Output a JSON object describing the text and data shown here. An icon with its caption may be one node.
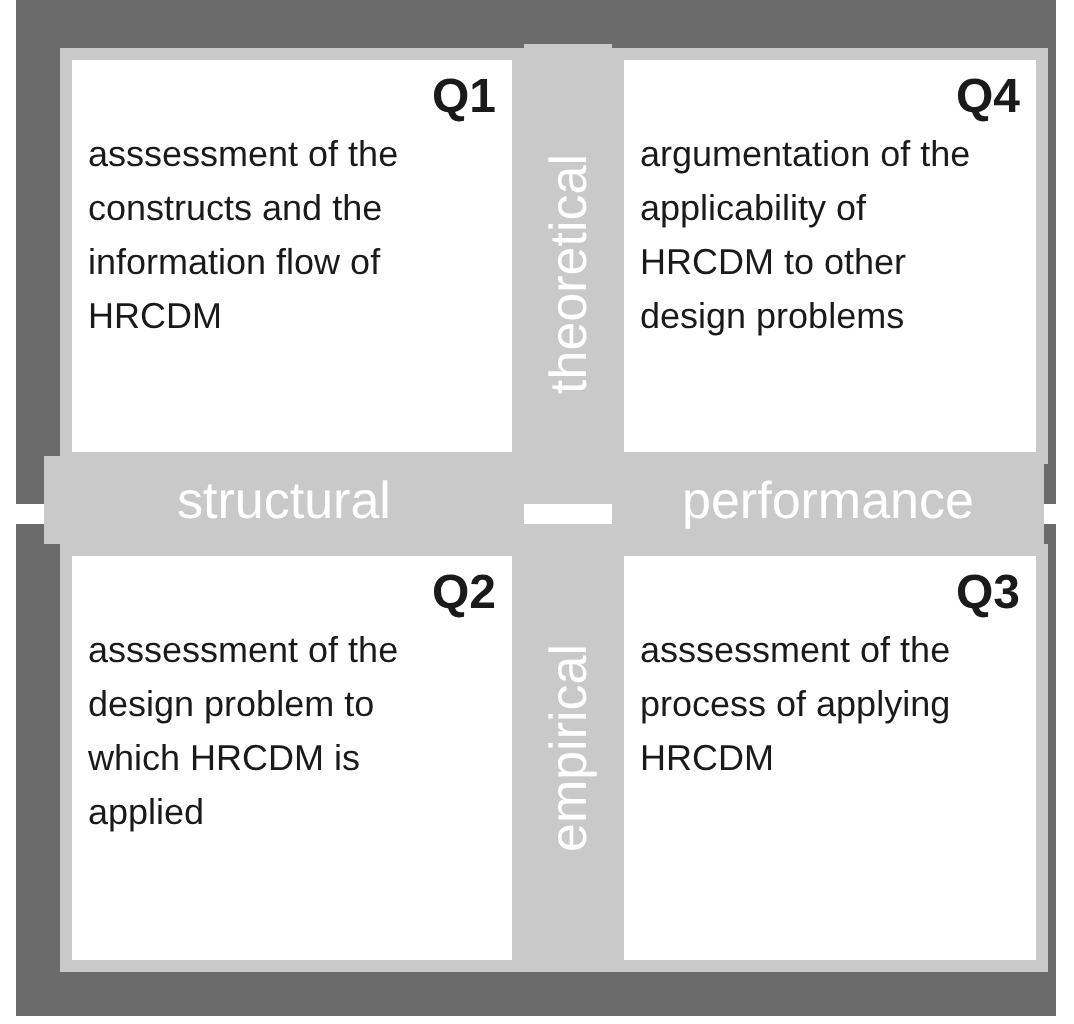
{
  "diagram": {
    "nodes": [
      {
        "text": [
          "Q1",
          "asssessment of the constructs and the information flow of HRCDM"
        ]
      },
      {
        "text": [
          "theoretical"
        ]
      },
      {
        "text": [
          "Q4",
          "argumentation of the applicability of HRCDM to other design problems"
        ]
      },
      {
        "text": [
          "structural"
        ]
      },
      {
        "text": [
          "performance"
        ]
      },
      {
        "text": [
          "Q2",
          "asssessment of the design problem to which HRCDM is applied"
        ]
      },
      {
        "text": [
          "empirical"
        ]
      },
      {
        "text": [
          "Q3",
          "asssessment of the process of applying HRCDM"
        ]
      }
    ]
  }
}
